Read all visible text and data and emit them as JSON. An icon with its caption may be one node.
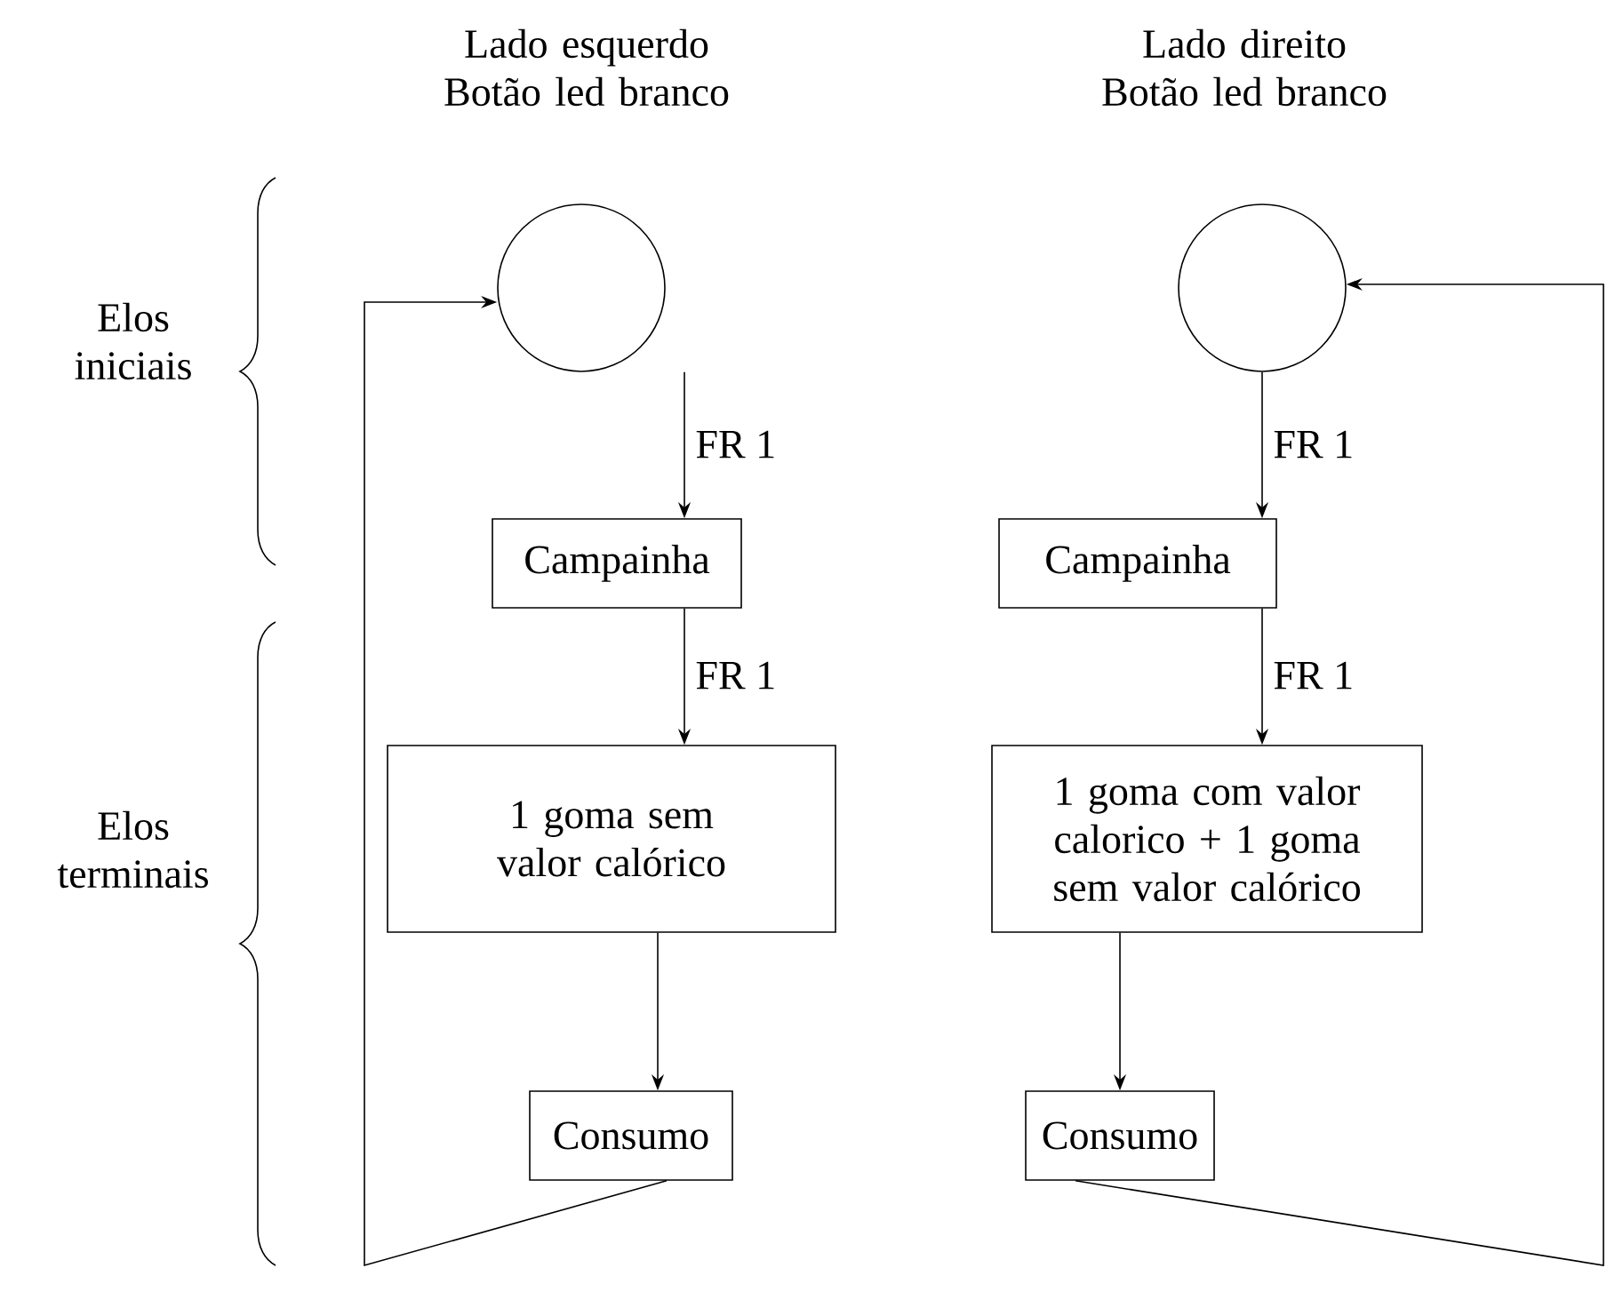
{
  "diagram": {
    "nodes": [
      {
        "text": [],
        "shape": "circle"
      },
      {
        "text": [],
        "shape": "circle"
      },
      {
        "text": [
          "Campainha"
        ]
      },
      {
        "text": [
          "Campainha"
        ]
      },
      {
        "text": [
          "1 goma sem valor calórico"
        ]
      },
      {
        "text": [
          "1 goma com valor calorico + 1 goma sem valor calórico"
        ]
      },
      {
        "text": [
          "Consumo"
        ]
      },
      {
        "text": [
          "Consumo"
        ]
      }
    ],
    "edges": [
      {
        "from": 0,
        "to": 2,
        "arrow": "to",
        "label": "FR 1"
      },
      {
        "from": 1,
        "to": 3,
        "arrow": "to",
        "label": "FR 1"
      },
      {
        "from": 2,
        "to": 4,
        "arrow": "to",
        "label": "FR 1"
      },
      {
        "from": 3,
        "to": 5,
        "arrow": "to",
        "label": "FR 1"
      },
      {
        "from": 4,
        "to": 6,
        "arrow": "to"
      },
      {
        "from": 5,
        "to": 7,
        "arrow": "to"
      },
      {
        "from": 6,
        "to": 0,
        "arrow": "to"
      },
      {
        "from": 7,
        "to": 1,
        "arrow": "to"
      }
    ],
    "labels": [
      "Lado esquerdo Botão led branco",
      "Lado direito Botão led branco",
      "Elos iniciais",
      "Elos terminais"
    ]
  }
}
